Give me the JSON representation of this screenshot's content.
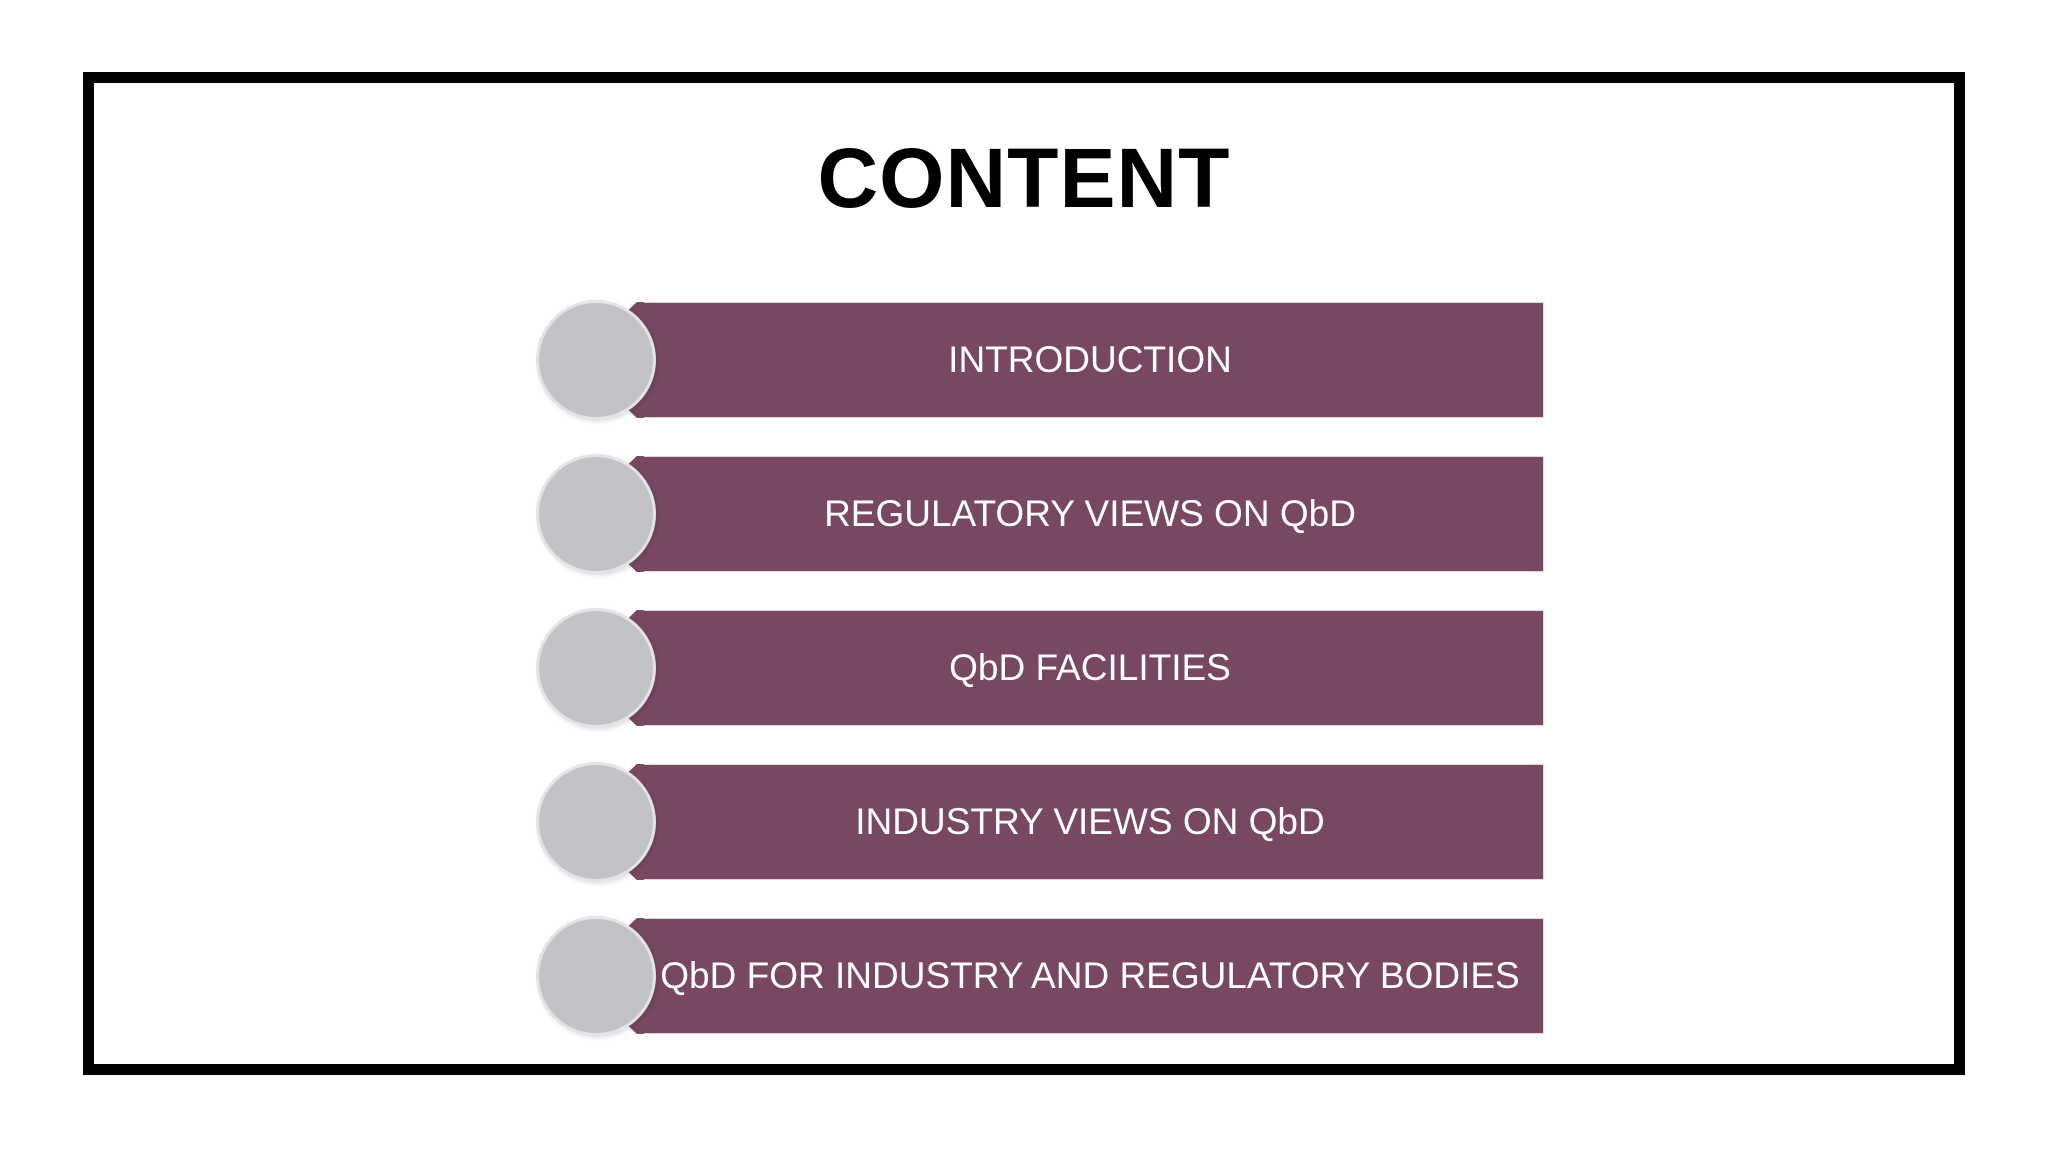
{
  "slide": {
    "title": "CONTENT",
    "items": [
      {
        "label": "INTRODUCTION"
      },
      {
        "label": "REGULATORY VIEWS ON QbD"
      },
      {
        "label": "QbD FACILITIES"
      },
      {
        "label": "INDUSTRY VIEWS ON QbD"
      },
      {
        "label": "QbD FOR INDUSTRY AND REGULATORY BODIES"
      }
    ]
  },
  "colors": {
    "bar": "#784862",
    "circle": "#c2c3c6",
    "frame": "#000000"
  }
}
